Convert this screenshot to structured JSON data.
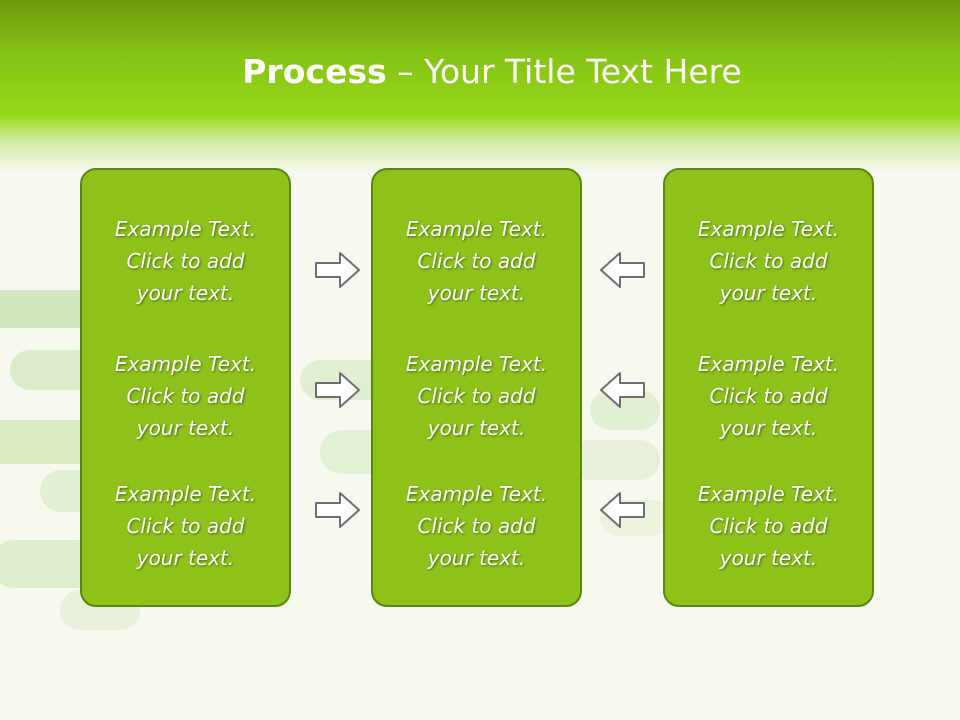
{
  "title": {
    "bold": "Process",
    "rest": " – Your Title Text Here"
  },
  "panels": [
    {
      "items": [
        {
          "lines": [
            "Example Text.",
            "Click  to add",
            "your text."
          ]
        },
        {
          "lines": [
            "Example Text.",
            "Click  to add",
            "your text."
          ]
        },
        {
          "lines": [
            "Example Text.",
            "Click  to add",
            "your text."
          ]
        }
      ]
    },
    {
      "items": [
        {
          "lines": [
            "Example Text.",
            "Click  to add",
            "your text."
          ]
        },
        {
          "lines": [
            "Example Text.",
            "Click  to add",
            "your text."
          ]
        },
        {
          "lines": [
            "Example Text.",
            "Click  to add",
            "your text."
          ]
        }
      ]
    },
    {
      "items": [
        {
          "lines": [
            "Example Text.",
            "Click  to add",
            "your text."
          ]
        },
        {
          "lines": [
            "Example Text.",
            "Click  to add",
            "your text."
          ]
        },
        {
          "lines": [
            "Example Text.",
            "Click  to add",
            "your text."
          ]
        }
      ]
    }
  ],
  "colors": {
    "header_green": "#86c214",
    "panel_fill": "#8dc21a",
    "panel_border": "#5c8512",
    "arrow_fill": "#ffffff",
    "arrow_stroke": "#6f6f6f"
  },
  "icons": {
    "left_arrows": "right-arrow-icon",
    "right_arrows": "left-arrow-icon"
  }
}
